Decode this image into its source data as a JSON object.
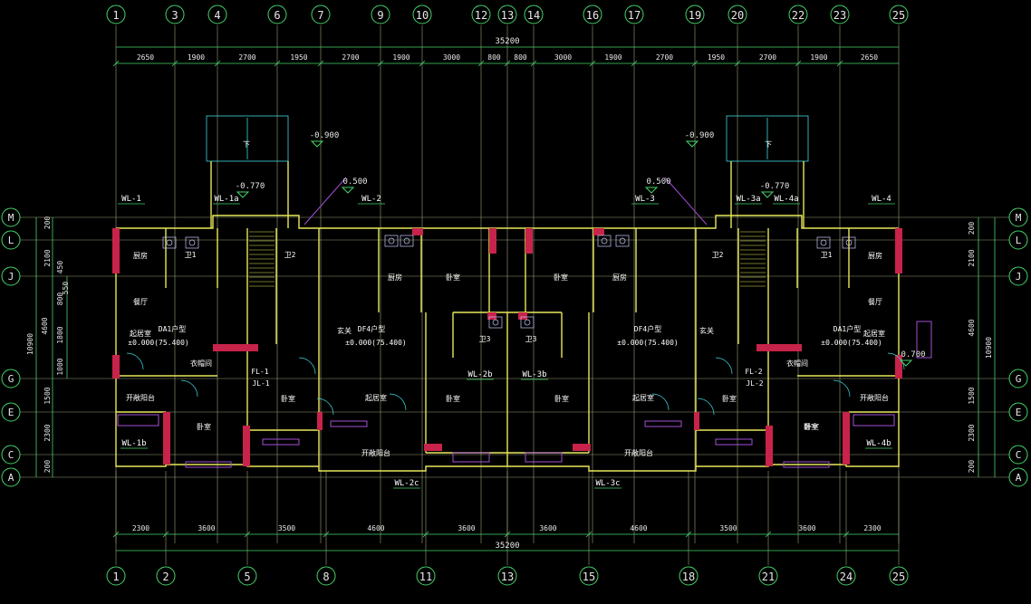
{
  "grid_top": [
    "1",
    "3",
    "4",
    "6",
    "7",
    "9",
    "10",
    "12",
    "13",
    "14",
    "16",
    "17",
    "19",
    "20",
    "22",
    "23",
    "25"
  ],
  "grid_bottom": [
    "1",
    "2",
    "5",
    "8",
    "11",
    "13",
    "15",
    "18",
    "21",
    "24",
    "25"
  ],
  "grid_left": [
    "M",
    "L",
    "J",
    "G",
    "E",
    "C",
    "A"
  ],
  "grid_right": [
    "M",
    "L",
    "J",
    "G",
    "E",
    "C",
    "A"
  ],
  "dims_top_overall": "35200",
  "dims_top": [
    "2650",
    "1900",
    "2700",
    "1950",
    "2700",
    "1900",
    "3000",
    "800",
    "800",
    "3000",
    "1900",
    "2700",
    "1950",
    "2700",
    "1900",
    "2650"
  ],
  "dims_bottom_overall": "35200",
  "dims_bottom": [
    "2300",
    "3600",
    "3500",
    "4600",
    "3600",
    "3600",
    "4600",
    "3500",
    "3600",
    "2300"
  ],
  "dims_left": [
    "200",
    "2100",
    "450",
    "800",
    "550",
    "1800",
    "1000",
    "1500",
    "2300",
    "200"
  ],
  "dims_left_total": [
    "4600",
    "10900"
  ],
  "dims_right": [
    "200",
    "2100",
    "4600",
    "1500",
    "2300",
    "200"
  ],
  "dims_right_total": "10900",
  "elev_labels": [
    "-0.900",
    "-0.770",
    "0.500",
    "-0.900",
    "-0.770",
    "0.500",
    "0.700"
  ],
  "pipe_labels": [
    "WL-1",
    "WL-1a",
    "WL-2",
    "WL-3",
    "WL-3a",
    "WL-4a",
    "WL-4",
    "WL-1b",
    "WL-2b",
    "WL-3b",
    "WL-2c",
    "WL-3c",
    "WL-4b"
  ],
  "room_labels": [
    "厨房",
    "卫1",
    "卫2",
    "餐厅",
    "厨房",
    "卧室",
    "卧室",
    "厨房",
    "卫2",
    "卫1",
    "厨房",
    "餐厅",
    "起居室",
    "DA1户型",
    "±0.000(75.400)",
    "玄关",
    "DF4户型",
    "±0.000(75.400)",
    "卫3",
    "卫3",
    "DF4户型",
    "±0.000(75.400)",
    "玄关",
    "DA1户型",
    "±0.000(75.400)",
    "起居室",
    "衣帽间",
    "衣帽间",
    "开敞阳台",
    "卧室",
    "卧室",
    "起居室",
    "卧室",
    "卧室",
    "起居室",
    "卧室",
    "卧室",
    "开敞阳台",
    "开敞阳台",
    "开敞阳台",
    "卧室",
    "FL-1",
    "JL-1",
    "FL-2",
    "JL-2",
    "下",
    "下"
  ]
}
